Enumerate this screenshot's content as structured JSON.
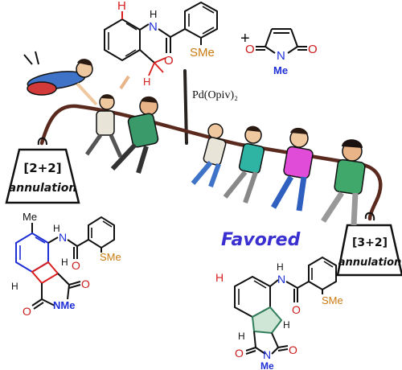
{
  "reagents": {
    "substrate": {
      "h_label": "H",
      "h_methyl": "H",
      "nh_label": "N",
      "nh_h": "H",
      "o_label": "O",
      "sme_label": "SMe"
    },
    "plus": "+",
    "maleimide": {
      "o_left": "O",
      "o_right": "O",
      "n_label": "N",
      "me_label": "Me"
    }
  },
  "catalyst": {
    "label": "Pd(Opiv)₂"
  },
  "left_weight": {
    "line1": "[2+2]",
    "line2": "annulation"
  },
  "right_weight": {
    "line1": "[3+2]",
    "line2": "annulation"
  },
  "favored_label": "Favored",
  "product_left": {
    "me_label": "Me",
    "n_label": "N",
    "nh_h": "H",
    "o_amide": "O",
    "sme_label": "SMe",
    "h_top": "H",
    "h_bottom": "H",
    "o_top": "O",
    "o_bottom": "O",
    "nme_label": "NMe"
  },
  "product_right": {
    "h_label": "H",
    "n_label": "N",
    "nh_h": "H",
    "o_amide": "O",
    "sme_label": "SMe",
    "h_left": "H",
    "h_right": "H",
    "o_left": "O",
    "o_right": "O",
    "n_imide": "N",
    "me_label": "Me"
  },
  "colors": {
    "rope": "#5b2a1f",
    "hydrogen": "#d81e1e",
    "nitrogen": "#1f2fd6",
    "sulfur": "#c97a10",
    "oxygen": "#cc1a1a",
    "fused_ring": "#2f7d5a",
    "favored": "#3a2fcf"
  }
}
